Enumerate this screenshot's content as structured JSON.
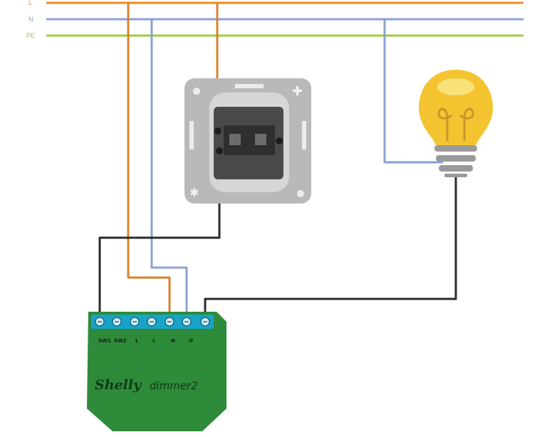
{
  "buses": {
    "l": {
      "label": "L",
      "color": "#f08a24"
    },
    "n": {
      "label": "N",
      "color": "#8aa1d1"
    },
    "pe": {
      "label": "PE",
      "color": "#9ccc3c"
    }
  },
  "wire_colors": {
    "phase": "#d9822b",
    "neutral": "#8aa1d1",
    "switched": "#2b2b2b"
  },
  "switch": {
    "icon": "wall-switch-icon",
    "plate_color": "#b9b9b9",
    "body_color": "#4a4a4a"
  },
  "lamp": {
    "icon": "light-bulb-icon",
    "glass_color": "#f4c430",
    "base_color": "#9a9a9a"
  },
  "module": {
    "brand": "Shelly",
    "model": "dimmer2",
    "body_color": "#2e8b3a",
    "terminal_strip_color": "#1aa3c8",
    "terminals": [
      "SW1",
      "SW2",
      "L",
      "L",
      "N",
      "O"
    ]
  }
}
